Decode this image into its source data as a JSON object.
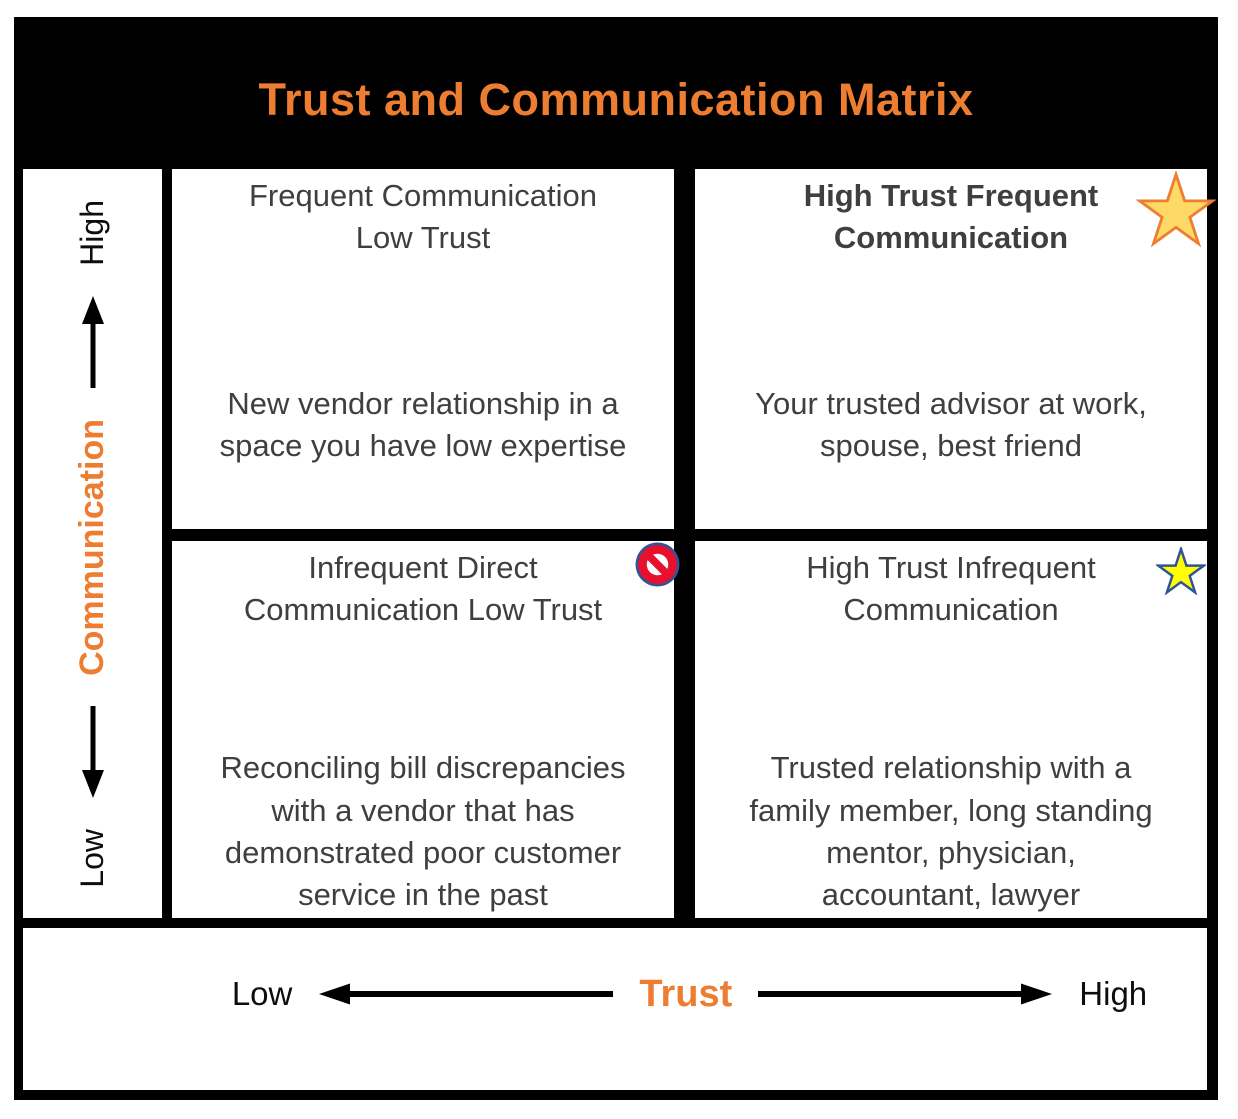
{
  "title": "Trust and Communication Matrix",
  "colors": {
    "title_orange": "#ED7D31",
    "quadrant_text": "#3F3F3F",
    "frame_black": "#000000",
    "star_large_fill": "#FFD966",
    "star_large_stroke": "#ED7D31",
    "star_small_fill": "#FFFF00",
    "star_small_stroke": "#2E5597",
    "no_entry_red": "#E8112D",
    "no_entry_blue": "#2F5597"
  },
  "y_axis": {
    "label": "Communication",
    "high_label": "High",
    "low_label": "Low"
  },
  "x_axis": {
    "label": "Trust",
    "low_label": "Low",
    "high_label": "High"
  },
  "quadrants": {
    "top_left": {
      "heading": "Frequent Communication\nLow Trust",
      "body": "New vendor relationship in a\nspace you have low expertise",
      "icon": "none"
    },
    "top_right": {
      "heading": "High Trust Frequent\nCommunication",
      "body": "Your trusted advisor at work,\nspouse, best friend",
      "icon": "star-large"
    },
    "bottom_left": {
      "heading": "Infrequent Direct\nCommunication Low Trust",
      "body": "Reconciling bill discrepancies\nwith a vendor that has\ndemonstrated poor customer\nservice in the past",
      "icon": "no-entry"
    },
    "bottom_right": {
      "heading": "High Trust Infrequent\nCommunication",
      "body": "Trusted relationship with a\nfamily member, long standing\nmentor, physician,\naccountant, lawyer",
      "icon": "star-small"
    }
  }
}
